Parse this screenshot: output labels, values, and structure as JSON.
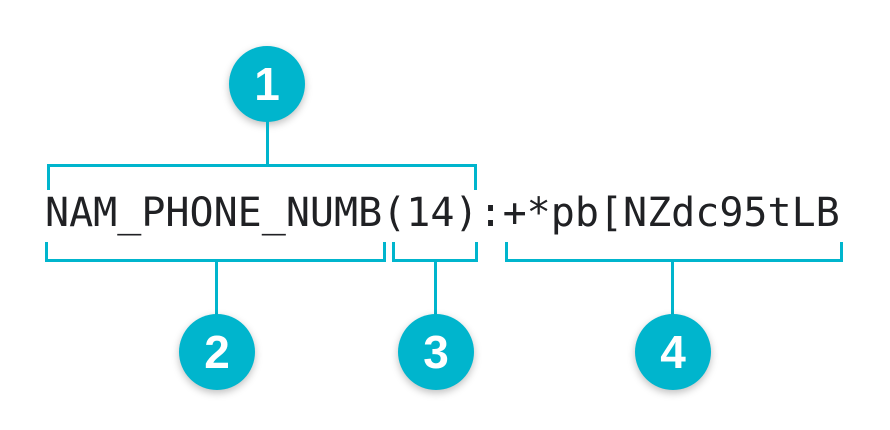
{
  "format_string": {
    "full": "NAM_PHONE_NUMB(14):+*pb[NZdc95tLB",
    "name": "NAM_PHONE_NUMB",
    "length": "(14)",
    "separator": ":",
    "value": "+*pb[NZdc95tLB"
  },
  "callouts": [
    {
      "number": "1"
    },
    {
      "number": "2"
    },
    {
      "number": "3"
    },
    {
      "number": "4"
    }
  ],
  "colors": {
    "accent": "#00b5cd",
    "text": "#202124",
    "background": "#ffffff"
  }
}
